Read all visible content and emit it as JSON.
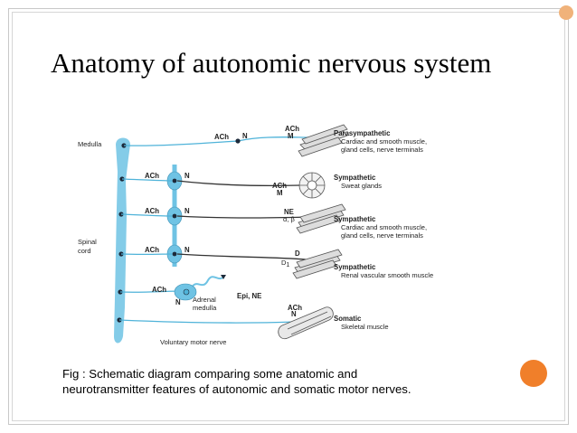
{
  "title": "Anatomy of autonomic nervous system",
  "caption": {
    "line1": "Fig : Schematic diagram comparing some anatomic and",
    "line2": "neurotransmitter features of autonomic and somatic motor nerves."
  },
  "diagram": {
    "medulla": "Medulla",
    "spinal_cord_1": "Spinal",
    "spinal_cord_2": "cord",
    "voluntary": "Voluntary motor nerve",
    "adrenal_1": "Adrenal",
    "adrenal_2": "medulla",
    "epi": "Epi, NE",
    "ach": "ACh",
    "n": "N",
    "m": "M",
    "ne": "NE",
    "alpha_beta": "α, β",
    "d": "D",
    "d1": "D",
    "d1_sub": "1",
    "targets": [
      {
        "head": "Parasympathetic",
        "l1": "Cardiac and smooth muscle,",
        "l2": "gland cells, nerve terminals"
      },
      {
        "head": "Sympathetic",
        "l1": "Sweat glands",
        "l2": ""
      },
      {
        "head": "Sympathetic",
        "l1": "Cardiac and smooth muscle,",
        "l2": "gland cells, nerve terminals"
      },
      {
        "head": "Sympathetic",
        "l1": "Renal vascular smooth muscle",
        "l2": ""
      },
      {
        "head": "Somatic",
        "l1": "Skeletal muscle",
        "l2": ""
      }
    ]
  },
  "colors": {
    "accent_light": "#f0b27a",
    "accent": "#f07f2a",
    "nerve": "#4fb3d9",
    "cord": "#6fc3e4"
  }
}
